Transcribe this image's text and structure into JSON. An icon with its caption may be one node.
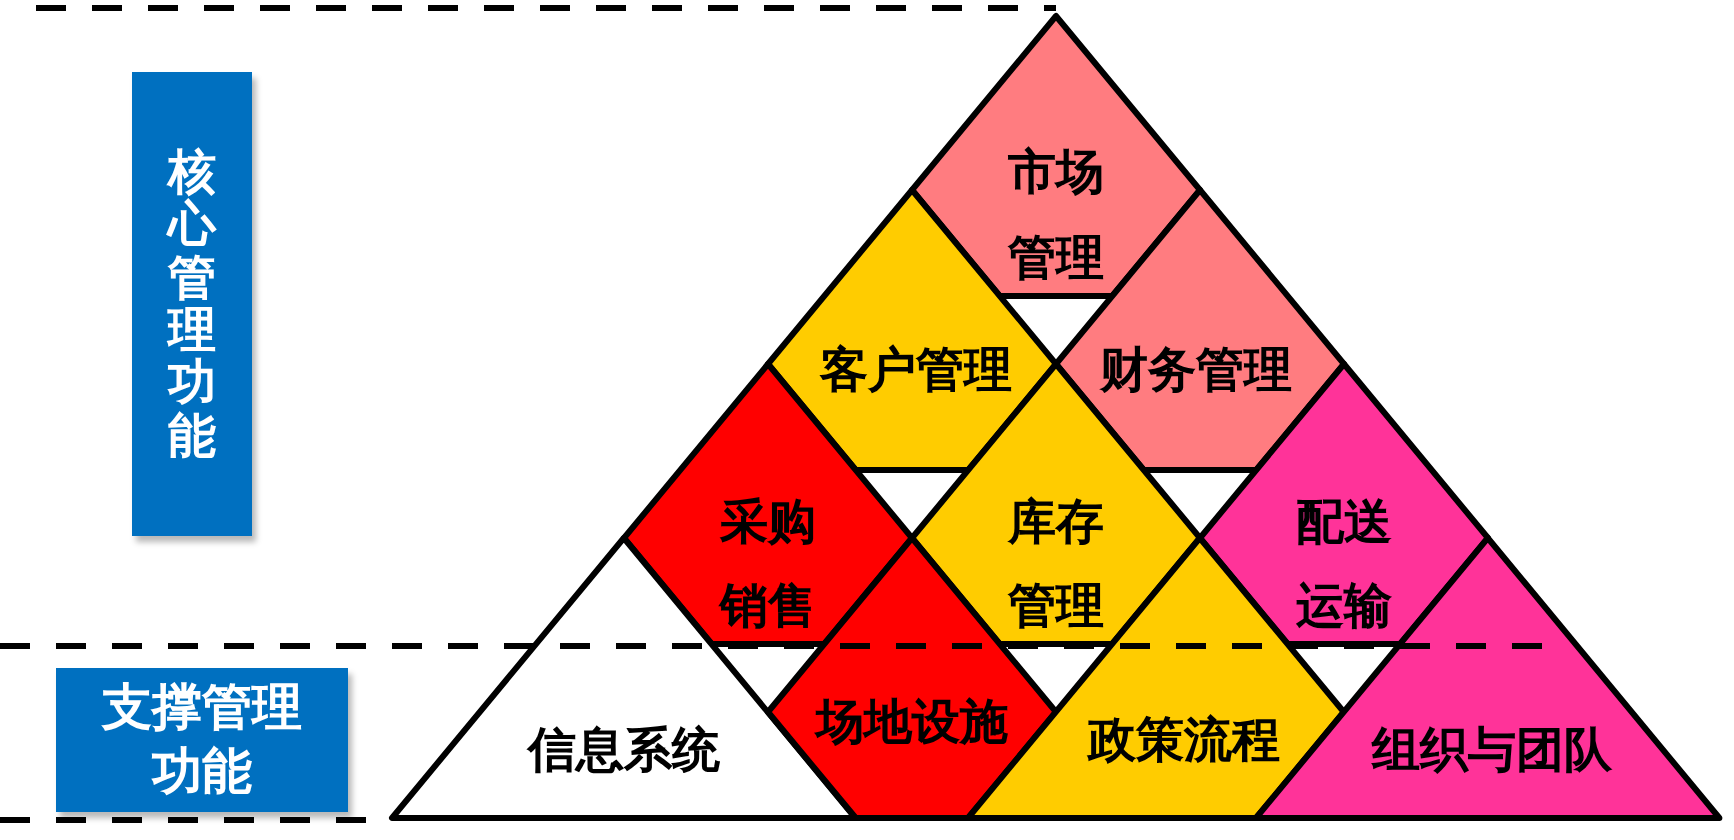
{
  "diagram": {
    "nodes": [
      {
        "text": [
          "核心管理功能"
        ]
      },
      {
        "text": [
          "市场管理"
        ]
      },
      {
        "text": [
          "客户管理"
        ]
      },
      {
        "text": [
          "财务管理"
        ]
      },
      {
        "text": [
          "采购销售"
        ]
      },
      {
        "text": [
          "库存管理"
        ]
      },
      {
        "text": [
          "配送运输"
        ]
      },
      {
        "text": [
          "支撑管理功能"
        ]
      },
      {
        "text": [
          "信息系统"
        ]
      },
      {
        "text": [
          "场地设施"
        ]
      },
      {
        "text": [
          "政策流程"
        ]
      },
      {
        "text": [
          "组织与团队"
        ]
      }
    ]
  }
}
